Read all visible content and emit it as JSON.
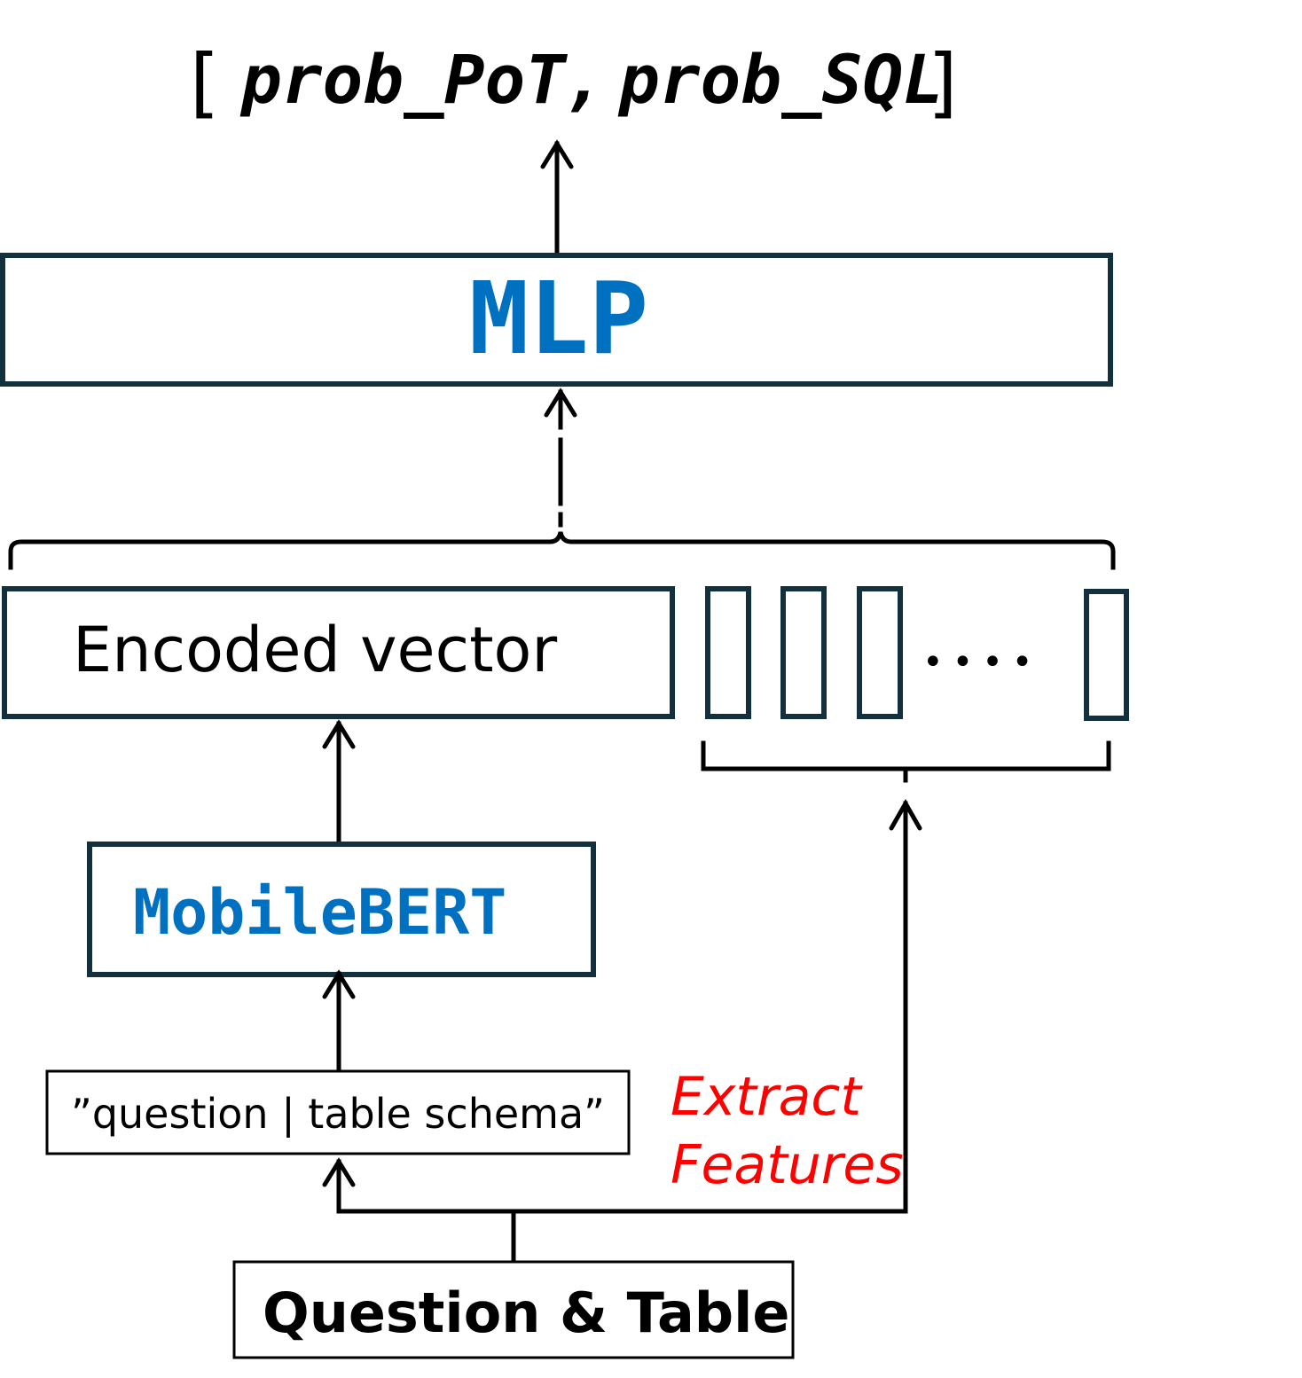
{
  "output": {
    "open_bracket": "[",
    "prob_pot": "prob_PoT",
    "comma": ",",
    "prob_sql": "prob_SQL",
    "close_bracket": "]"
  },
  "mlp": {
    "label": "MLP"
  },
  "encoded": {
    "label": "Encoded vector"
  },
  "features": {
    "ellipsis": "••••"
  },
  "mobilebert": {
    "label": "MobileBERT"
  },
  "input_text": {
    "label": "”question | table schema”"
  },
  "extract": {
    "line1": "Extract",
    "line2": "Features"
  },
  "source": {
    "label": "Question & Table"
  },
  "colors": {
    "model_blue": "#0070c0",
    "box_border": "#13303f",
    "annotation_red": "#ff0000",
    "text": "#000000"
  }
}
